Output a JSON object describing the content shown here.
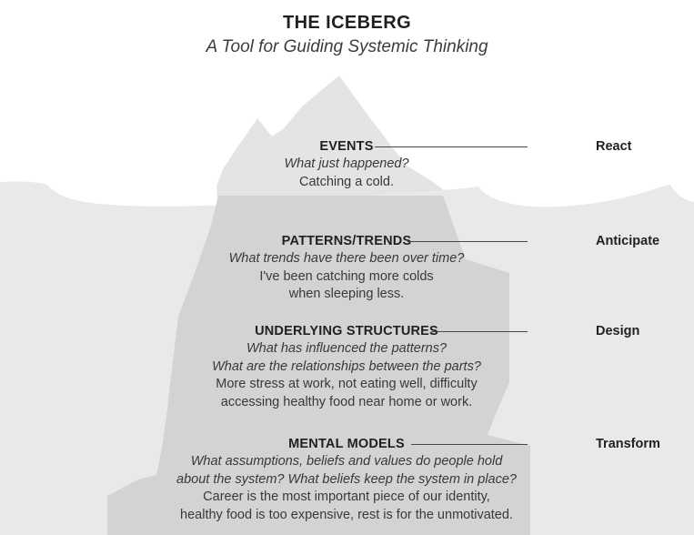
{
  "title": {
    "main": "THE ICEBERG",
    "subtitle": "A Tool for Guiding Systemic Thinking"
  },
  "colors": {
    "sky": "#ffffff",
    "water": "#e9e9e9",
    "iceberg_above": "#e4e4e4",
    "iceberg_below": "#d3d3d4",
    "text_dark": "#231f20",
    "text_body": "#3a383a",
    "connector_line": "#4a4749"
  },
  "layers": [
    {
      "id": "events",
      "heading": "EVENTS",
      "questions": [
        "What just happened?"
      ],
      "answers": [
        "Catching a cold."
      ],
      "action": "React"
    },
    {
      "id": "patterns-trends",
      "heading": "PATTERNS/TRENDS",
      "questions": [
        "What trends have there been over time?"
      ],
      "answers": [
        "I've been catching more colds",
        "when sleeping less."
      ],
      "action": "Anticipate"
    },
    {
      "id": "underlying-structures",
      "heading": "UNDERLYING STRUCTURES",
      "questions": [
        "What has influenced the patterns?",
        "What are the relationships between the parts?"
      ],
      "answers": [
        "More stress at work, not eating well, difficulty",
        "accessing healthy food near home or work."
      ],
      "action": "Design"
    },
    {
      "id": "mental-models",
      "heading": "MENTAL MODELS",
      "questions": [
        "What assumptions, beliefs and values do people hold",
        "about the system? What beliefs keep the system in place?"
      ],
      "answers": [
        "Career is the most important piece of our identity,",
        "healthy food is too expensive, rest is for the unmotivated."
      ],
      "action": "Transform"
    }
  ]
}
